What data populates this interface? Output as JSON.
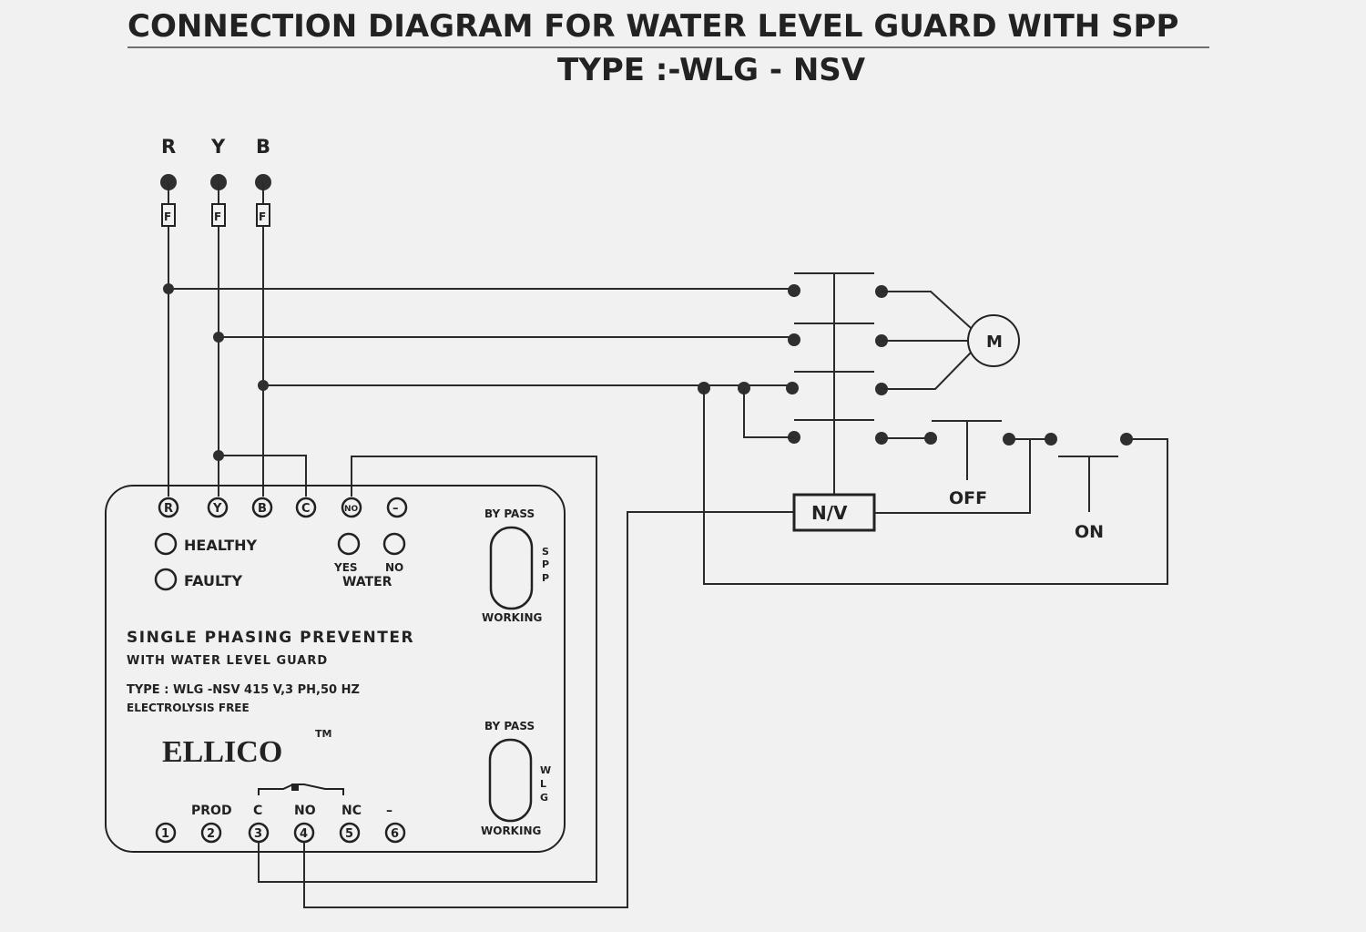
{
  "title": "CONNECTION  DIAGRAM FOR WATER LEVEL GUARD WITH SPP",
  "subtitle": "TYPE :-WLG - NSV",
  "phases": [
    "R",
    "Y",
    "B"
  ],
  "fuse_label": "F",
  "motor_label": "M",
  "nv_label": "N/V",
  "off_label": "OFF",
  "on_label": "ON",
  "unit": {
    "top_terminals": [
      "R",
      "Y",
      "B",
      "C",
      "NO",
      "–"
    ],
    "healthy": "HEALTHY",
    "faulty": "FAULTY",
    "water_yes": "YES",
    "water_no": "NO",
    "water": "WATER",
    "spp_switch": {
      "top": "BY PASS",
      "bottom": "WORKING",
      "side": [
        "S",
        "P",
        "P"
      ]
    },
    "wlg_switch": {
      "top": "BY PASS",
      "bottom": "WORKING",
      "side": [
        "W",
        "L",
        "G"
      ]
    },
    "product_name": "SINGLE PHASING PREVENTER",
    "product_sub": "WITH WATER LEVEL GUARD",
    "type_label": "TYPE :",
    "type_value": "WLG -NSV 415 V,3 PH,50 HZ",
    "feature": "ELECTROLYSIS FREE",
    "brand": "ELLICO",
    "tm": "TM",
    "bottom_labels": [
      "PROD",
      "C",
      "NO",
      "NC",
      "–"
    ],
    "bottom_terminals": [
      "1",
      "2",
      "3",
      "4",
      "5",
      "6"
    ]
  }
}
